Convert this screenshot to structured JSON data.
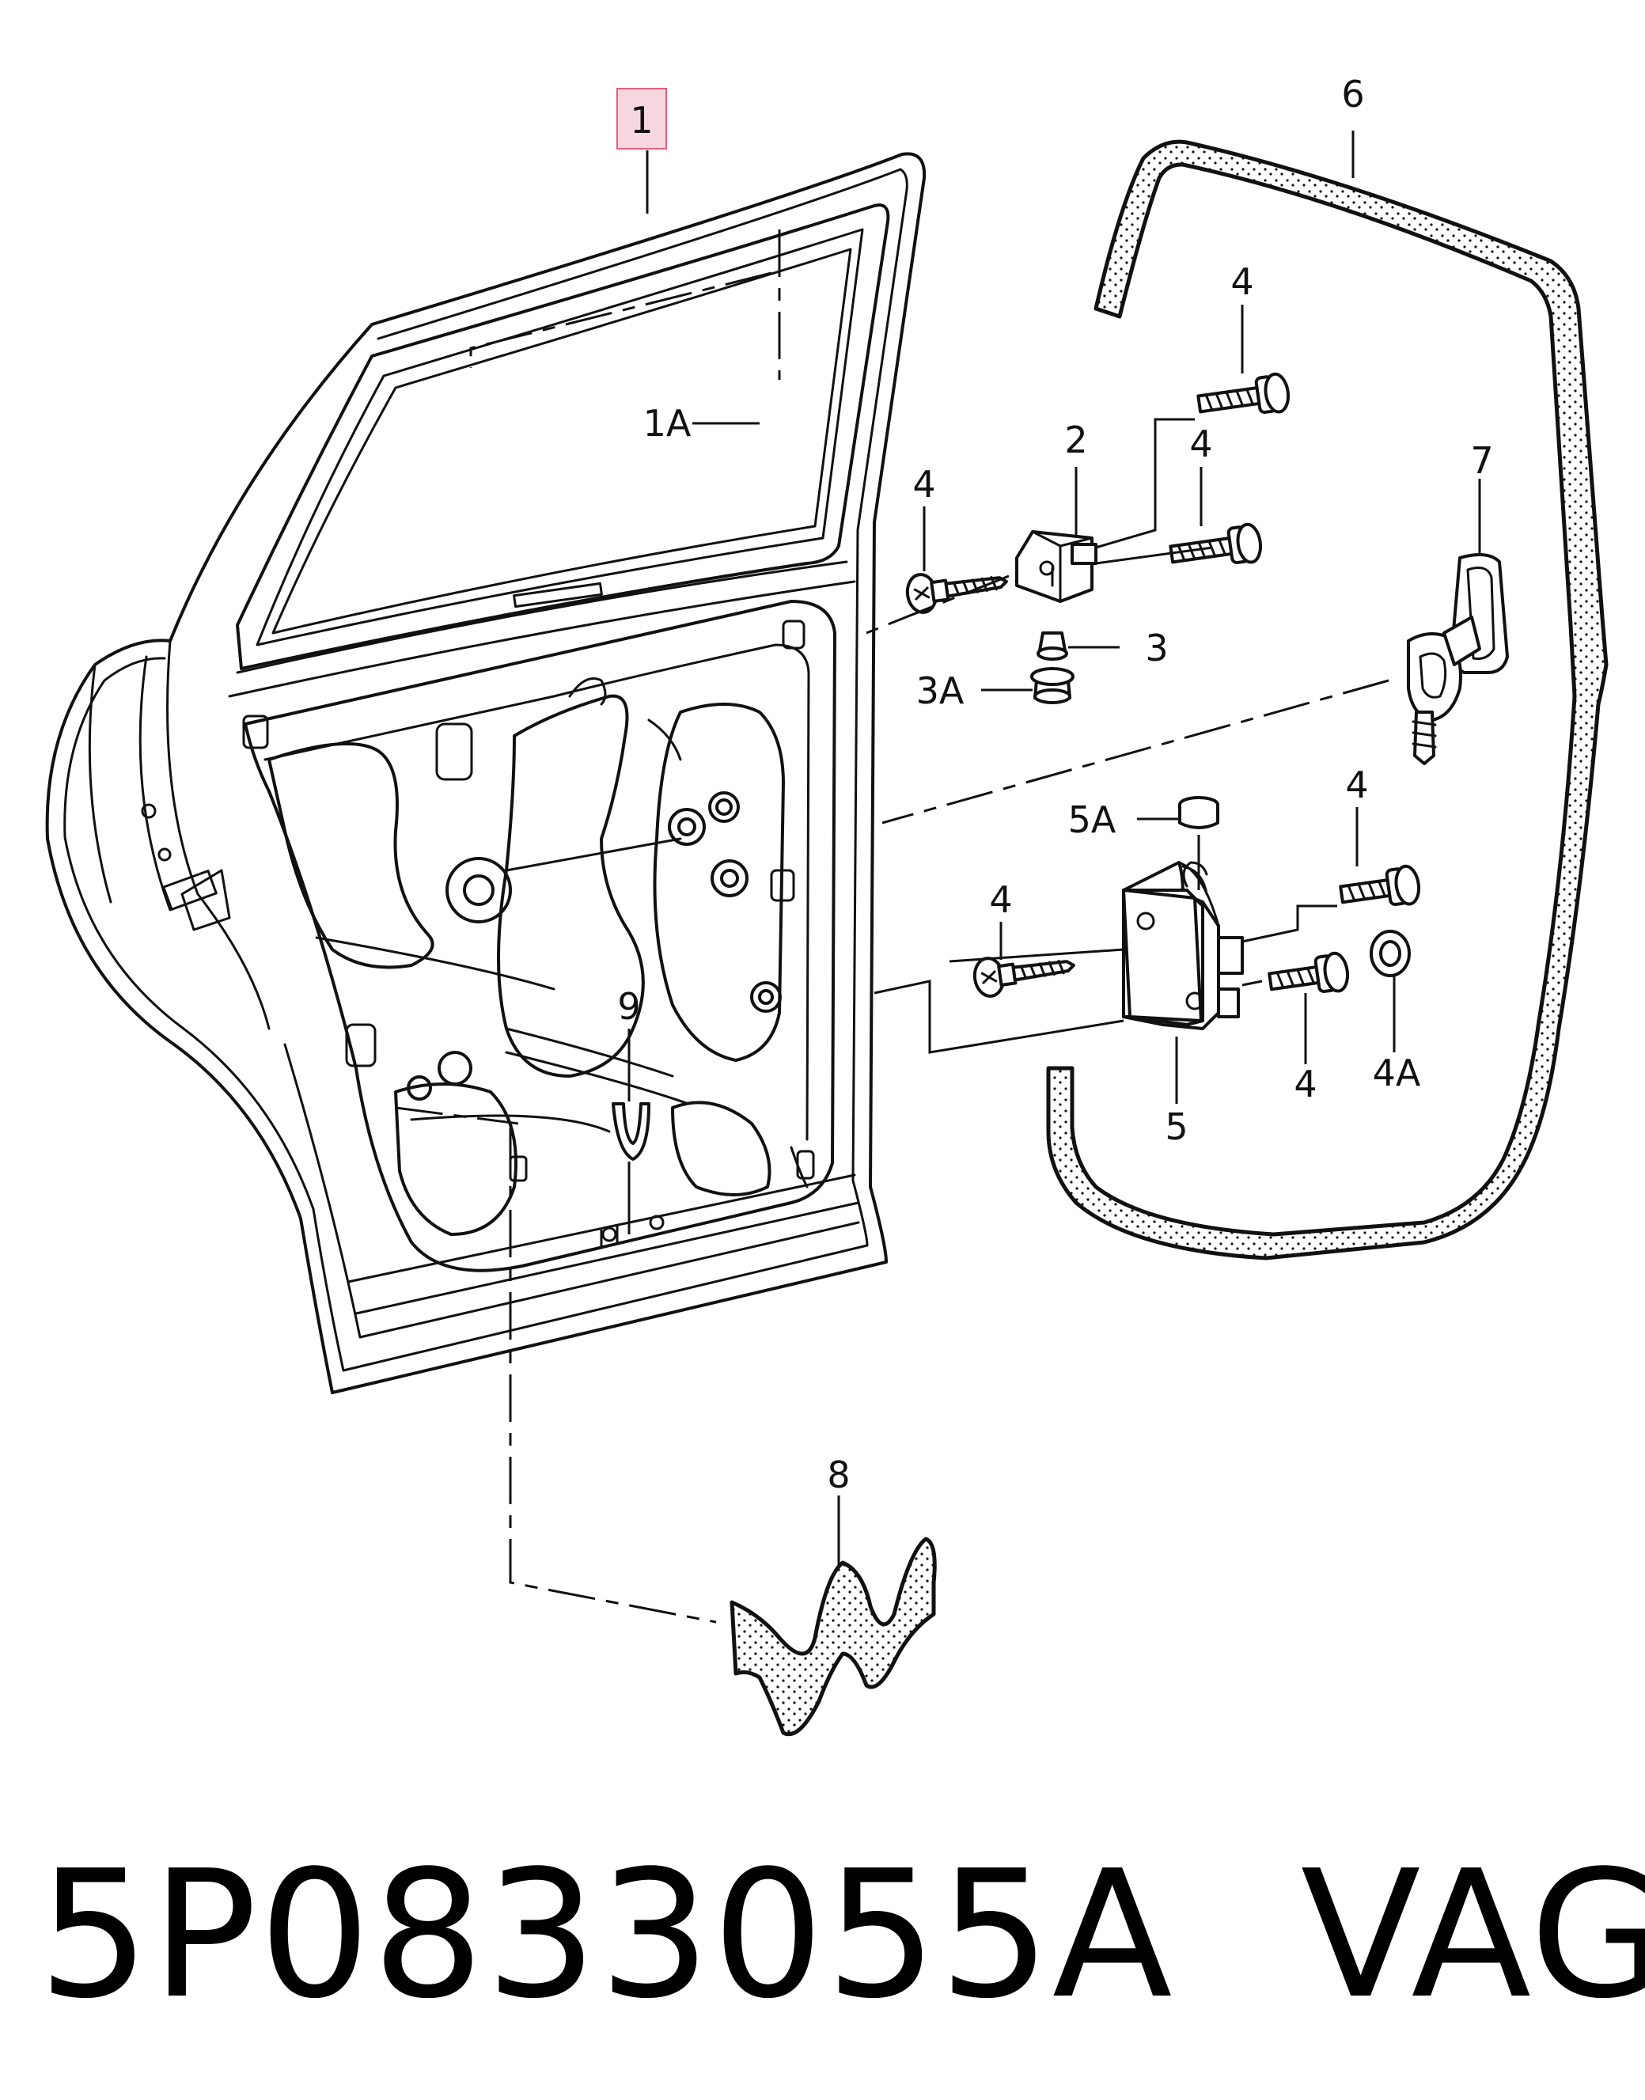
{
  "diagram": {
    "callouts": {
      "c1": "1",
      "c1a": "1A",
      "c2": "2",
      "c3": "3",
      "c3a": "3A",
      "c4": "4",
      "c4a": "4A",
      "c5": "5",
      "c5a": "5A",
      "c6": "6",
      "c7": "7",
      "c8": "8",
      "c9": "9"
    },
    "highlight_color": "#f7d7df",
    "highlight_border": "#e0607c"
  },
  "footer": {
    "part_number": "5P0833055A",
    "brand": "VAG"
  }
}
